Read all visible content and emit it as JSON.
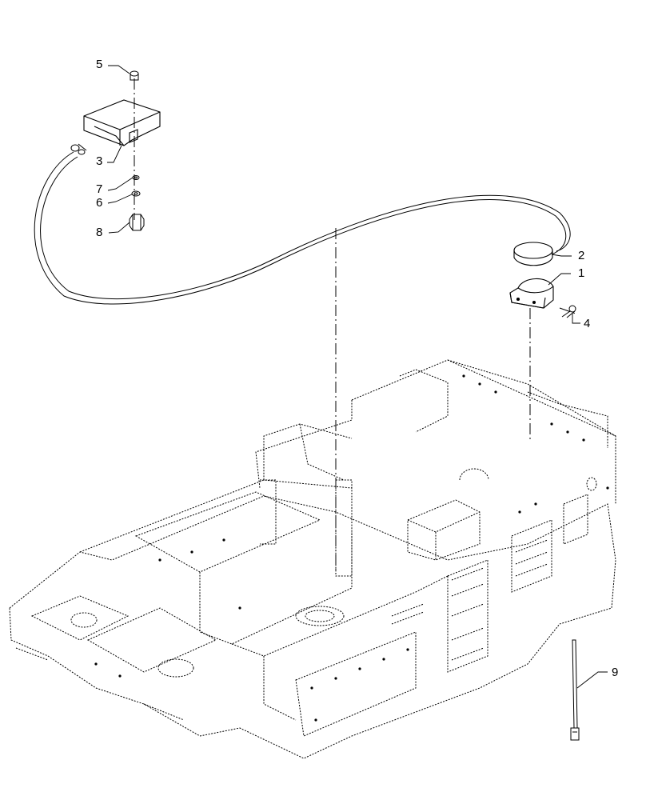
{
  "diagram": {
    "callouts": [
      {
        "label": "1",
        "part": "antenna-bracket"
      },
      {
        "label": "2",
        "part": "antenna"
      },
      {
        "label": "3",
        "part": "receiver-module"
      },
      {
        "label": "4",
        "part": "bracket-bolt"
      },
      {
        "label": "5",
        "part": "module-screw"
      },
      {
        "label": "6",
        "part": "washer"
      },
      {
        "label": "7",
        "part": "lock-washer"
      },
      {
        "label": "8",
        "part": "nut"
      },
      {
        "label": "9",
        "part": "cable-tie"
      }
    ],
    "line_color": "#000000",
    "background": "#ffffff"
  }
}
